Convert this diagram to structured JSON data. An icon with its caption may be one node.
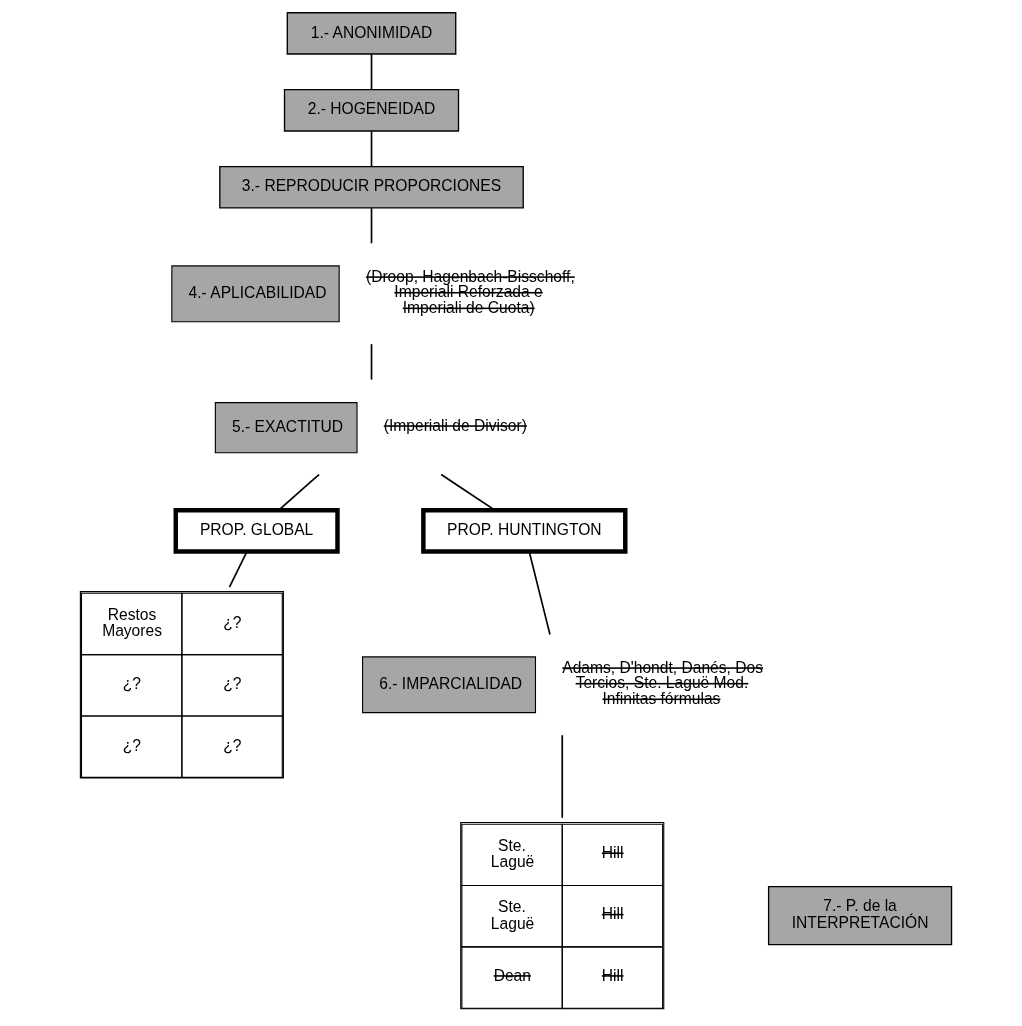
{
  "diagram": {
    "nodes": [
      {
        "text": [
          "1.- ANONIMIDAD"
        ]
      },
      {
        "text": [
          "2.- HOGENEIDAD"
        ]
      },
      {
        "text": [
          "3.- REPRODUCIR PROPORCIONES"
        ]
      },
      {
        "text": [
          "4.- APLICABILIDAD"
        ],
        "beside": [
          "(Droop, Hagenbach-Bisschoff, Imperiali Reforzada e Imperiali de Cuota)"
        ]
      },
      {
        "text": [
          "5.- EXACTITUD"
        ],
        "beside": [
          "(Imperiali de Divisor)"
        ]
      },
      {
        "text": [
          "PROP. GLOBAL"
        ]
      },
      {
        "text": [
          "PROP. HUNTINGTON"
        ]
      },
      {
        "text": [
          "6.- IMPARCIALIDAD"
        ],
        "beside": [
          "Adams, D'hondt, Danés, Dos Tercios, Ste. Laguë Mod. Infinitas fórmulas"
        ]
      },
      {
        "text": [
          "Restos Mayores",
          "¿?",
          "¿?",
          "¿?",
          "¿?",
          "¿?"
        ]
      },
      {
        "text": [
          "Ste. Laguë",
          "Hill",
          "Ste. Laguë",
          "Hill",
          "Dean",
          "Hill"
        ]
      },
      {
        "text": [
          "7.- P. de la",
          "INTERPRETACIÓN"
        ]
      }
    ],
    "edges": [
      {
        "from": 0,
        "to": 1,
        "arrow": "none"
      },
      {
        "from": 1,
        "to": 2,
        "arrow": "none"
      },
      {
        "from": 2,
        "to": 3,
        "arrow": "none"
      },
      {
        "from": 3,
        "to": 4,
        "arrow": "none"
      },
      {
        "from": 4,
        "to": 5,
        "arrow": "none"
      },
      {
        "from": 4,
        "to": 6,
        "arrow": "none"
      },
      {
        "from": 5,
        "to": 8,
        "arrow": "none"
      },
      {
        "from": 6,
        "to": 7,
        "arrow": "none"
      },
      {
        "from": 7,
        "to": 9,
        "arrow": "none"
      }
    ]
  }
}
